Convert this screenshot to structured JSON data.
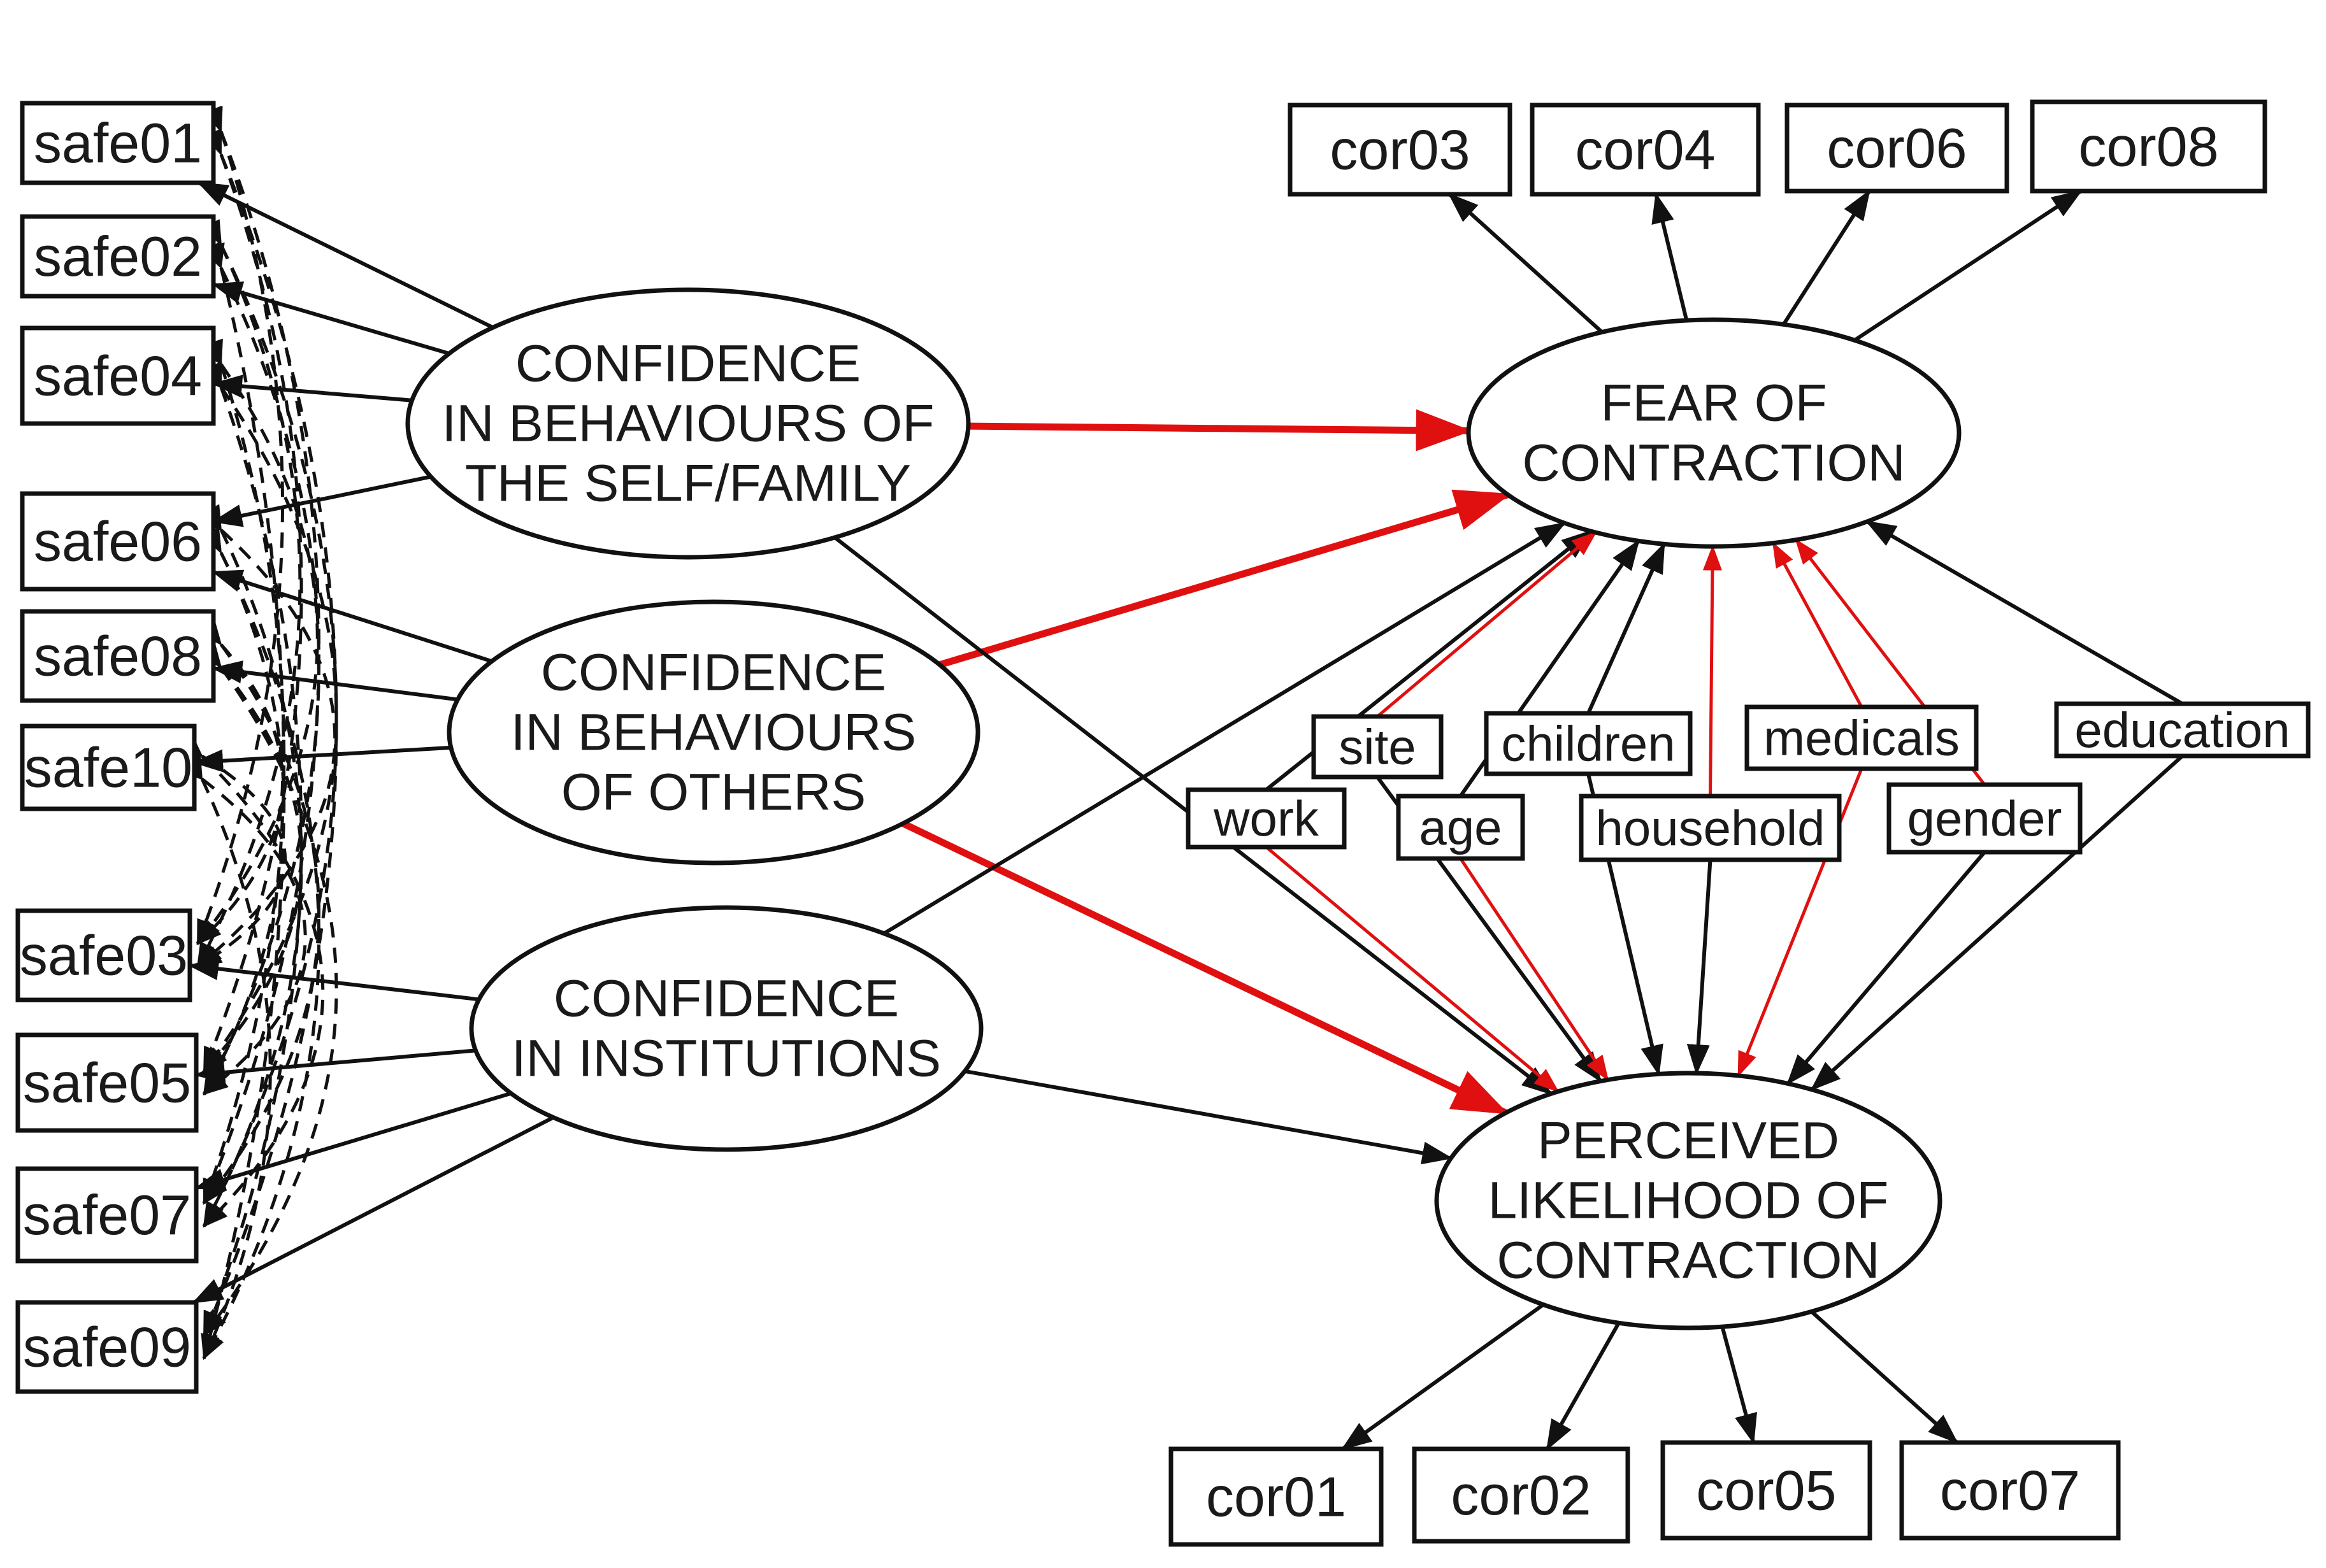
{
  "latents": {
    "self_family": [
      "CONFIDENCE",
      "IN BEHAVIOURS OF",
      "THE SELF/FAMILY"
    ],
    "others": [
      "CONFIDENCE",
      "IN BEHAVIOURS",
      "OF OTHERS"
    ],
    "institutions": [
      "CONFIDENCE",
      "IN INSTITUTIONS"
    ],
    "fear": [
      "FEAR OF",
      "CONTRACTION"
    ],
    "perceived": [
      "PERCEIVED",
      "LIKELIHOOD OF",
      "CONTRACTION"
    ]
  },
  "indicators": {
    "safety": [
      "safe01",
      "safe02",
      "safe04",
      "safe06",
      "safe08",
      "safe10",
      "safe03",
      "safe05",
      "safe07",
      "safe09"
    ],
    "fear": [
      "cor03",
      "cor04",
      "cor06",
      "cor08"
    ],
    "perceived": [
      "cor01",
      "cor02",
      "cor05",
      "cor07"
    ]
  },
  "covariates": [
    "work",
    "site",
    "age",
    "children",
    "household",
    "medicals",
    "gender",
    "education"
  ],
  "colors": {
    "significant_path": "#e01010",
    "regular_path": "#111111",
    "box_stroke": "#111111"
  }
}
